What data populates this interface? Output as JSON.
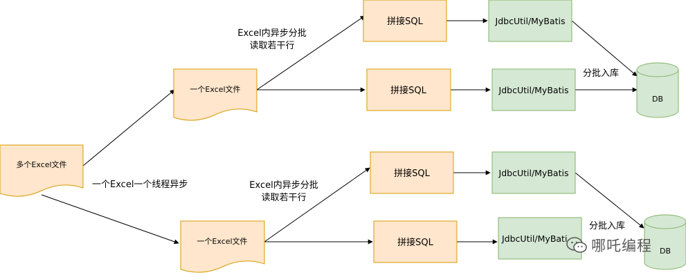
{
  "source_file": "多个Excel文件",
  "excel_file": "一个Excel文件",
  "thread_label": "一个Excel一个线程异步",
  "async_label_line1": "Excel内异步分批",
  "async_label_line2": "读取若干行",
  "sql_label": "拼接SQL",
  "mapper_label": "JdbcUtil/MyBatis",
  "mapper_label_clipped": "JdbcUtil/MyBati",
  "batch_label": "分批入库",
  "db_label": "DB",
  "watermark": "哪吒编程",
  "colors": {
    "doc_fill": "#ffe6cc",
    "doc_stroke": "#d79b00",
    "mapper_fill": "#d5e8d4",
    "mapper_stroke": "#82b366",
    "db_fill": "#d5e8d4",
    "db_stroke": "#82b366"
  }
}
